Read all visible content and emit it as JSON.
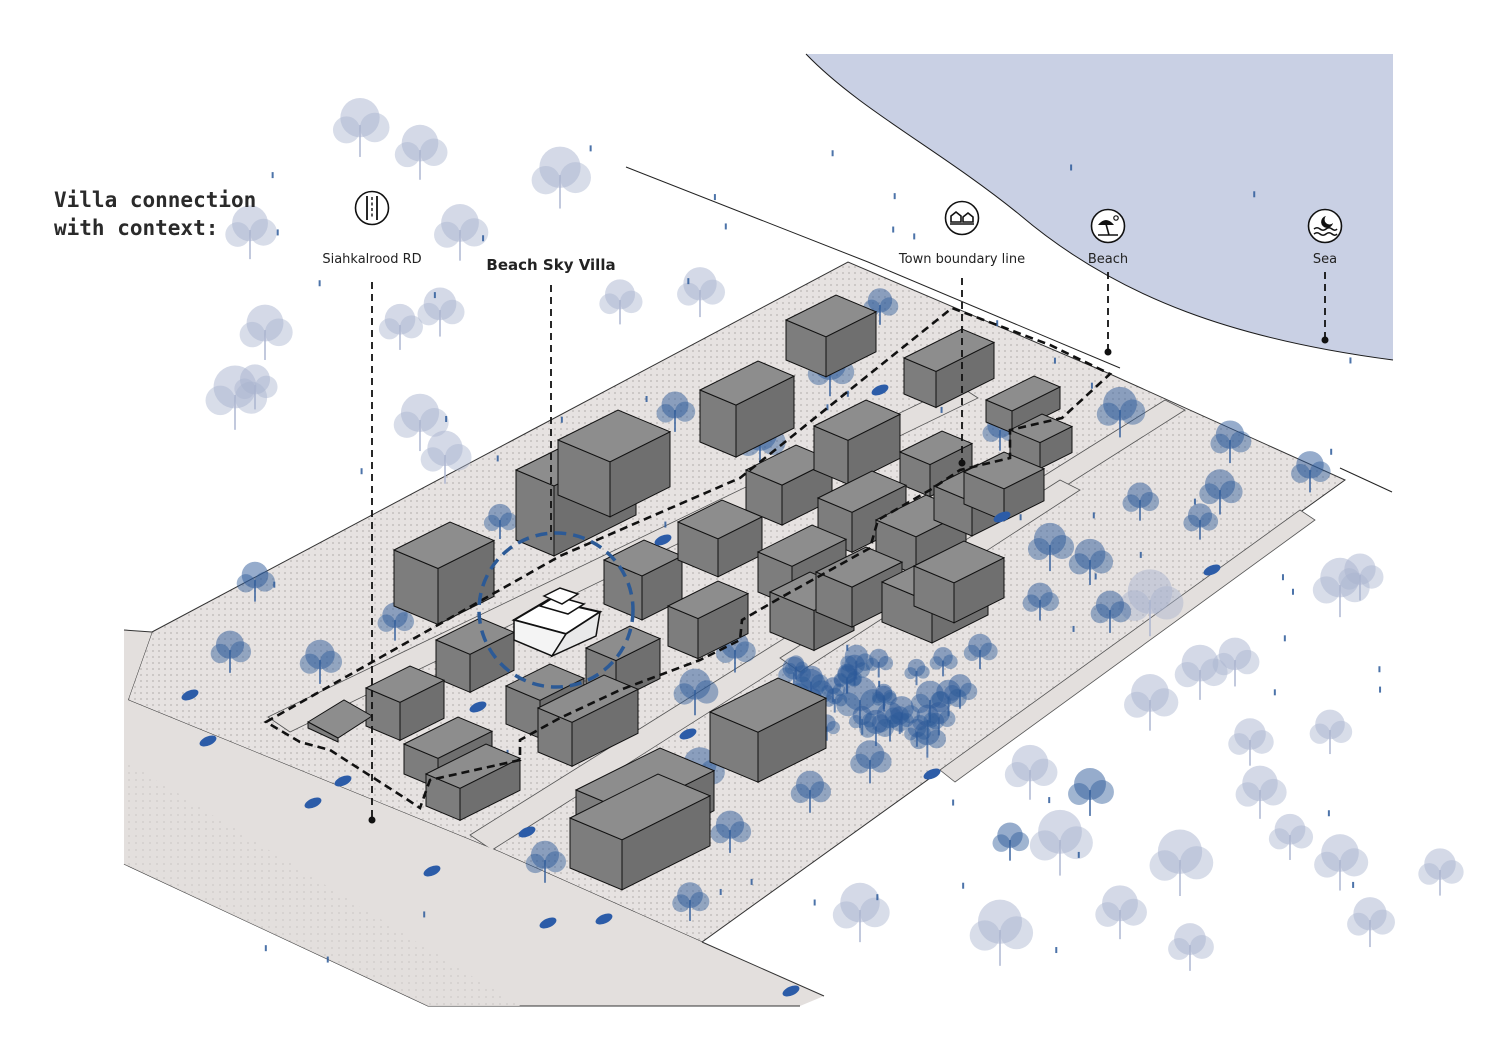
{
  "title": "Villa connection\nwith context:",
  "labels": {
    "road": "Siahkalrood RD",
    "villa": "Beach Sky Villa",
    "boundary": "Town boundary line",
    "beach": "Beach",
    "sea": "Sea"
  },
  "icons": {
    "road": "road-icon",
    "boundary": "town-houses-icon",
    "beach": "beach-umbrella-icon",
    "sea": "sea-waves-moon-icon"
  },
  "colors": {
    "sea": "#c9d0e4",
    "plot": "#e6e2e1",
    "road": "#e3dfdd",
    "building_top": "#8d8d8d",
    "building_left": "#7d7d7d",
    "building_right": "#6f6f6f",
    "tree_light": "#a9b3cf",
    "tree_dark": "#2d5a9a",
    "villa_ring": "#2c5a96",
    "car": "#2c5ca8"
  }
}
